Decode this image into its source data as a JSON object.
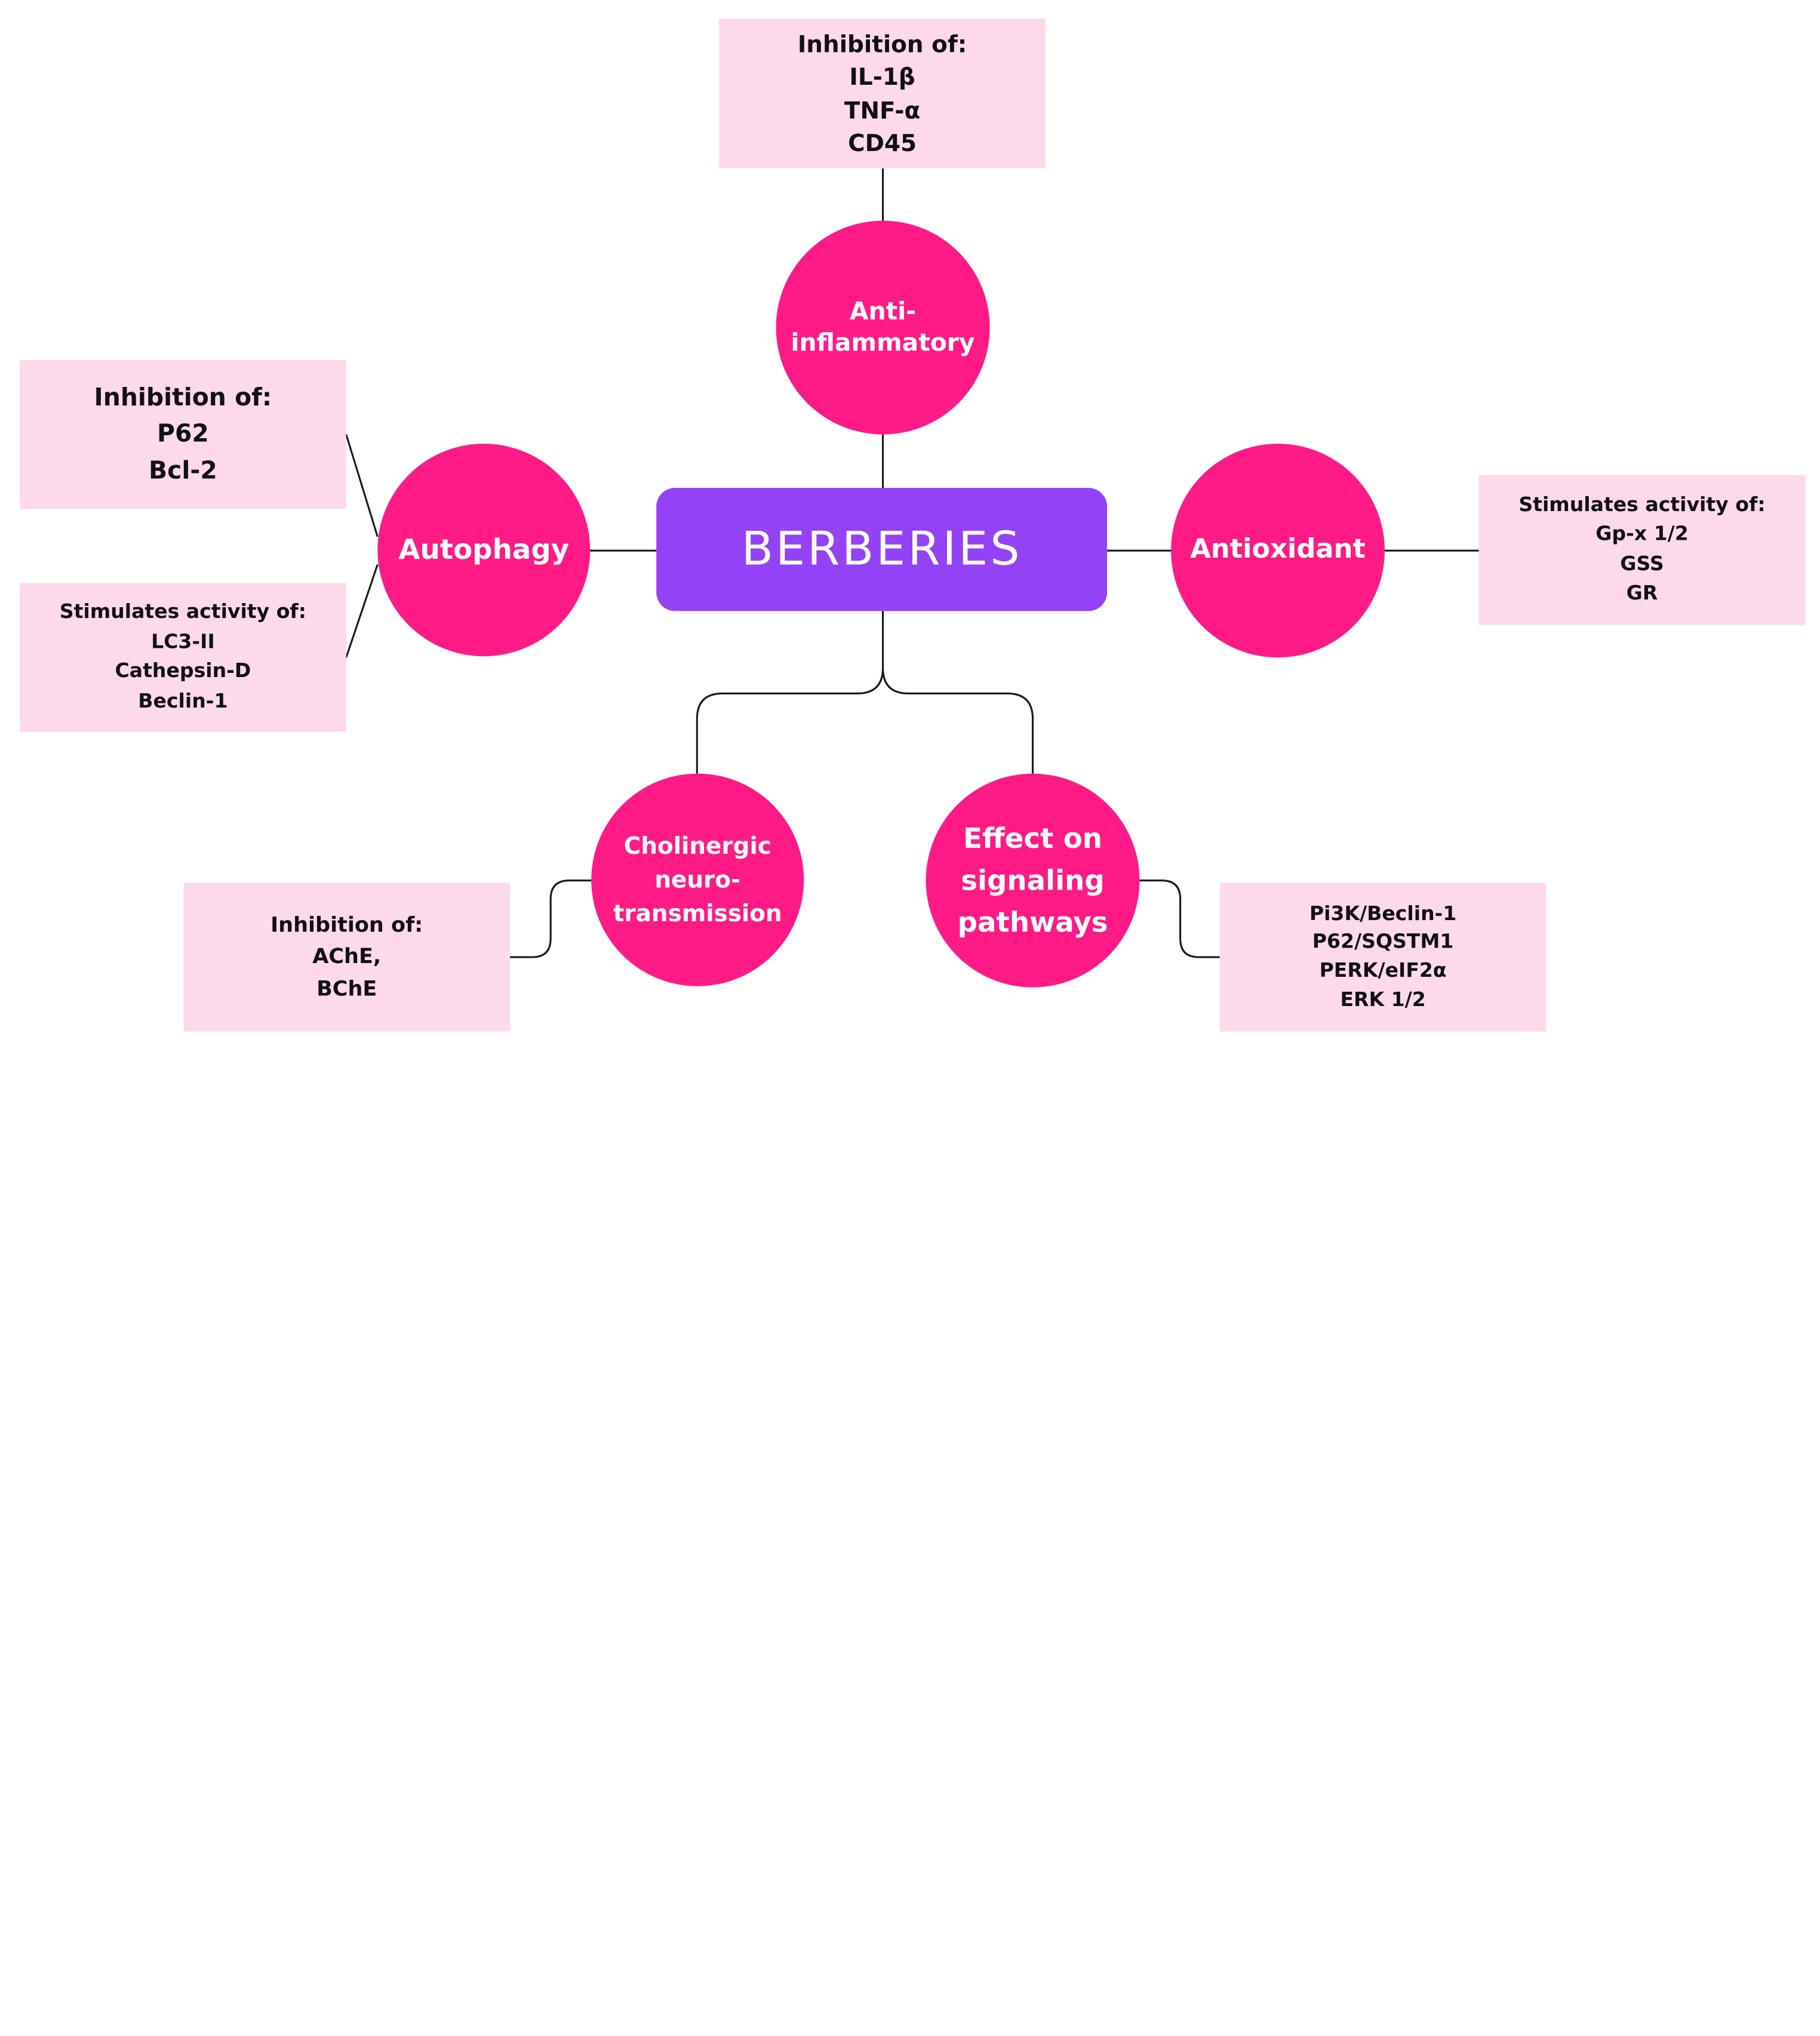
{
  "colors": {
    "center_fill": "#9342f5",
    "circle_fill": "#ff1a86",
    "box_fill": "#fdd9ec",
    "line": "#1a1a1a"
  },
  "center": {
    "label": "BERBERIES"
  },
  "nodes": {
    "anti_inflammatory": {
      "lines": [
        "Anti-",
        "inflammatory"
      ]
    },
    "autophagy": {
      "label": "Autophagy"
    },
    "antioxidant": {
      "label": "Antioxidant"
    },
    "cholinergic": {
      "lines": [
        "Cholinergic",
        "neuro-",
        "transmission"
      ]
    },
    "signaling": {
      "lines": [
        "Effect on",
        "signaling",
        "pathways"
      ]
    }
  },
  "boxes": {
    "anti_inflammatory": {
      "lines": [
        "Inhibition of:",
        "IL-1β",
        "TNF-α",
        "CD45"
      ]
    },
    "autophagy_inhibition": {
      "lines": [
        "Inhibition of:",
        "P62",
        "Bcl-2"
      ]
    },
    "autophagy_stimulation": {
      "lines": [
        "Stimulates activity of:",
        "LC3-II",
        "Cathepsin-D",
        "Beclin-1"
      ]
    },
    "antioxidant": {
      "lines": [
        "Stimulates activity of:",
        "Gp-x 1/2",
        "GSS",
        "GR"
      ]
    },
    "cholinergic": {
      "lines": [
        "Inhibition of:",
        "AChE,",
        "BChE"
      ]
    },
    "signaling": {
      "lines": [
        "Pi3K/Beclin-1",
        "P62/SQSTM1",
        "PERK/eIF2α",
        "ERK 1/2"
      ]
    }
  }
}
